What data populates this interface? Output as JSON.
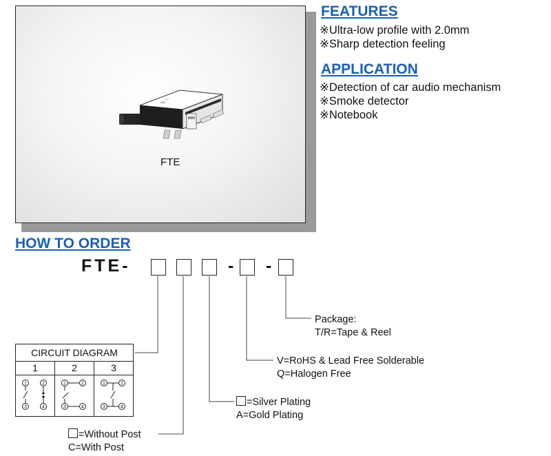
{
  "product": {
    "label": "FTE"
  },
  "features": {
    "heading": "FEATURES",
    "items": [
      "※Ultra-low profile with 2.0mm",
      "※Sharp detection feeling"
    ]
  },
  "application": {
    "heading": "APPLICATION",
    "items": [
      "※Detection of car audio mechanism",
      "※Smoke detector",
      "※Notebook"
    ]
  },
  "how_to_order": {
    "heading": "HOW TO ORDER",
    "code_prefix": "FTE-",
    "dash": "-",
    "package": {
      "title": "Package:",
      "option": "T/R=Tape & Reel"
    },
    "material": {
      "line1": "V=RoHS & Lead Free Solderable",
      "line2": "Q=Halogen Free"
    },
    "plating": {
      "line1": "=Silver Plating",
      "line2": "A=Gold Plating"
    },
    "post": {
      "line1": "=Without Post",
      "line2": "C=With Post"
    },
    "circuit_diagram": {
      "title": "CIRCUIT DIAGRAM",
      "columns": [
        "1",
        "2",
        "3"
      ],
      "terminals": [
        "1",
        "2",
        "3",
        "4"
      ]
    }
  }
}
